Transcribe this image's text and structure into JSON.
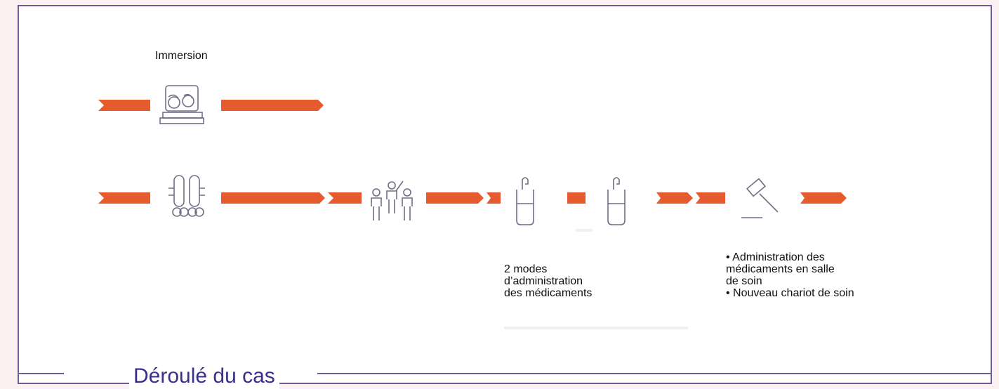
{
  "labels": {
    "immersion": "Immersion",
    "modes": "2 modes\nd’administration\ndes médicaments",
    "changes": "• Administration des\nmédicaments en salle\nde soin\n• Nouveau chariot de soin"
  },
  "section_title": "Déroulé du cas",
  "colors": {
    "ribbon": "#e55b2d",
    "frame": "#6e5a9c",
    "icon": "#6f6f87",
    "title": "#3a2f8c"
  },
  "icons": [
    "patients-meeting-icon",
    "iv-drips-icon",
    "care-team-icon",
    "medication-pot-icon",
    "medication-pot-icon",
    "gavel-icon"
  ]
}
